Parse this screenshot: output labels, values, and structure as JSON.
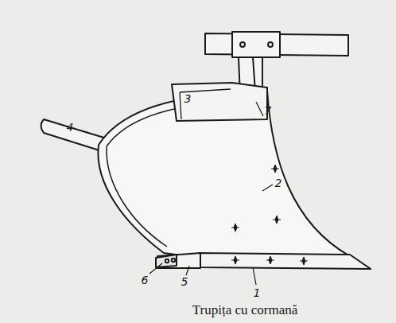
{
  "diagram": {
    "caption": "Trupița cu cormană",
    "labels": [
      "1",
      "2",
      "3",
      "4",
      "5",
      "6",
      "7"
    ]
  }
}
